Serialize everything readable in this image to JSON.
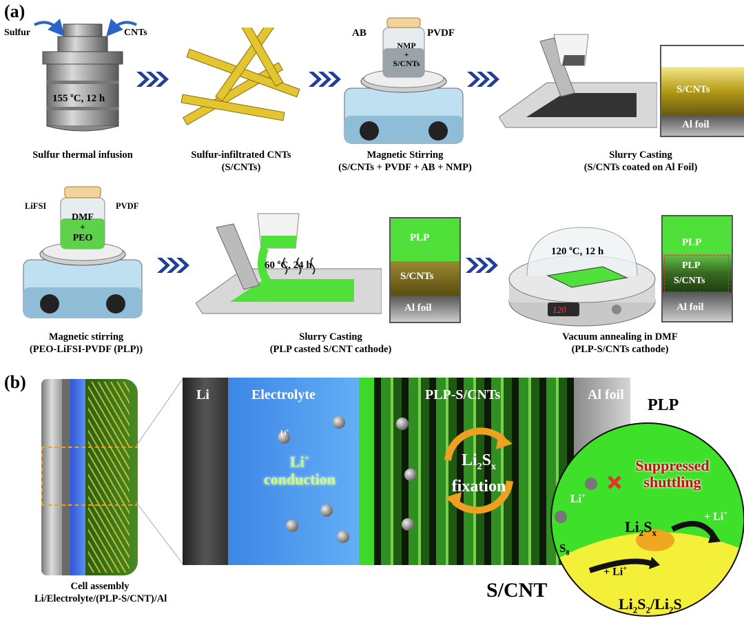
{
  "panel_a": {
    "label": "(a)",
    "step1": {
      "caption": "Sulfur thermal infusion",
      "left_input": "Sulfur",
      "right_input": "CNTs",
      "condition_prefix": "155 ",
      "condition_deg": "o",
      "condition_suffix": "C, 12 h"
    },
    "step2": {
      "caption_line1": "Sulfur-infiltrated CNTs",
      "caption_line2": "(S/CNTs)"
    },
    "step3": {
      "caption_line1": "Magnetic Stirring",
      "caption_line2": "(S/CNTs + PVDF + AB + NMP)",
      "left_input": "AB",
      "right_input": "PVDF",
      "jar_line1": "NMP",
      "jar_line2": "+",
      "jar_line3": "S/CNTs"
    },
    "step4": {
      "caption_line1": "Slurry Casting",
      "caption_line2": "(S/CNTs coated on Al Foil)",
      "layer_top": "S/CNTs",
      "layer_bottom": "Al foil"
    },
    "step5": {
      "caption_line1": "Magnetic stirring",
      "caption_line2": "(PEO-LiFSI-PVDF (PLP))",
      "left_input": "LiFSI",
      "right_input": "PVDF",
      "jar_line1": "DMF",
      "jar_line2": "+",
      "jar_line3": "PEO"
    },
    "step6": {
      "caption_line1": "Slurry Casting",
      "caption_line2": "(PLP casted S/CNT cathode)",
      "condition_prefix": "60 ",
      "condition_deg": "o",
      "condition_suffix": "C, 24 h",
      "layer_top": "PLP",
      "layer_mid": "S/CNTs",
      "layer_bottom": "Al foil"
    },
    "step7": {
      "caption_line1": "Vacuum annealing in DMF",
      "caption_line2": "(PLP-S/CNTs cathode)",
      "condition_prefix": "120 ",
      "condition_deg": "o",
      "condition_suffix": "C, 12 h",
      "display": "120",
      "layer_top": "PLP",
      "layer_mid1": "PLP",
      "layer_mid2": "S/CNTs",
      "layer_bottom": "Al foil"
    }
  },
  "panel_b": {
    "label": "(b)",
    "cell_caption_line1": "Cell assembly",
    "cell_caption_line2": "Li/Electrolyte/(PLP-S/CNT)/Al",
    "region_li": "Li",
    "region_electrolyte": "Electrolyte",
    "region_cathode": "PLP-S/CNTs",
    "region_al": "Al foil",
    "ion": "Li",
    "ion_charge": "+",
    "conduction_line1_base": "Li",
    "conduction_line1_sup": "+",
    "conduction_line2": "conduction",
    "fixation_line1_base": "Li",
    "fixation_line1_sub": "2",
    "fixation_line1_base2": "S",
    "fixation_line1_sub2": "x",
    "fixation_line2": "fixation",
    "zoom_plp": "PLP",
    "zoom_suppressed_line1": "Suppressed",
    "zoom_suppressed_line2": "shuttling",
    "zoom_li_base": "Li",
    "zoom_li_sup": "+",
    "zoom_plus_li": "+ Li",
    "zoom_plus_li_sup": "+",
    "zoom_s8_base": "S",
    "zoom_s8_sub": "8",
    "zoom_li2sx_a": "Li",
    "zoom_li2sx_sub1": "2",
    "zoom_li2sx_b": "S",
    "zoom_li2sx_sub2": "x",
    "zoom_scnt": "S/CNT",
    "zoom_final_a": "Li",
    "zoom_final_sub1": "2",
    "zoom_final_b": "S",
    "zoom_final_sub2": "2",
    "zoom_final_c": "/Li",
    "zoom_final_sub3": "2",
    "zoom_final_d": "S"
  },
  "colors": {
    "arrow_blue": "#1f3f99",
    "plp_green": "#3fd12a",
    "sulfur_yellow": "#e8d83a",
    "electrolyte_blue": "#4f9ff0",
    "orange": "#f0a020"
  }
}
